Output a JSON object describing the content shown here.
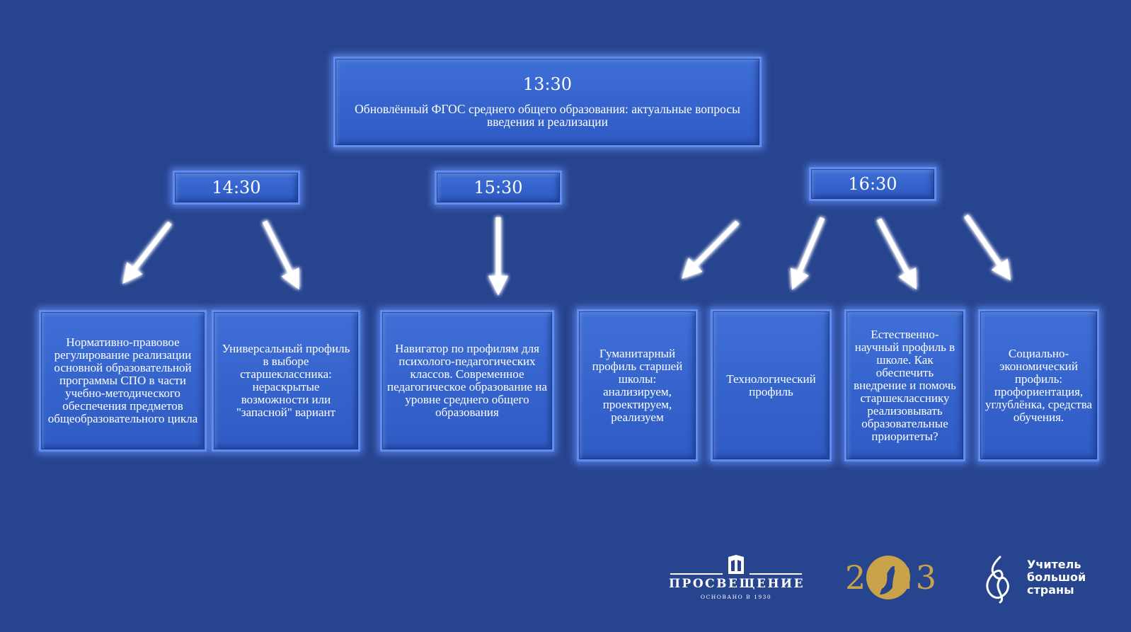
{
  "top": {
    "time": "13:30",
    "title": "Обновлённый ФГОС среднего общего образования: актуальные вопросы введения и реализации"
  },
  "sessions": [
    {
      "time": "14:30",
      "topics": [
        "Нормативно-правовое регулирование реализации основной образовательной программы СПО в части учебно-методического обеспечения предметов общеобразовательного цикла",
        "Универсальный профиль в выборе старшеклассника: нераскрытые возможности или \"запасной\" вариант"
      ]
    },
    {
      "time": "15:30",
      "topics": [
        "Навигатор по профилям для психолого-педагогических классов. Современное педагогическое образование на уровне среднего общего образования"
      ]
    },
    {
      "time": "16:30",
      "topics": [
        "Гуманитарный профиль старшей школы: анализируем, проектируем, реализуем",
        "Технологический профиль",
        "Естественно-научный профиль в школе. Как обеспечить внедрение и помочь старшекласснику реализовывать образовательные приоритеты?",
        "Социально-экономический профиль: профориентация, углублёнка, средства обучения."
      ]
    }
  ],
  "logos": {
    "prosv_name": "ПРОСВЕЩЕНИЕ",
    "prosv_sub": "ОСНОВАНО В 1930",
    "year": "2023",
    "teacher": [
      "Учитель",
      "большой",
      "страны"
    ]
  },
  "colors": {
    "background": "#27448f",
    "box": "#3a68d0",
    "box_border": "#5d8cf2",
    "text": "#ffffff",
    "gold": "#c9a24a"
  }
}
